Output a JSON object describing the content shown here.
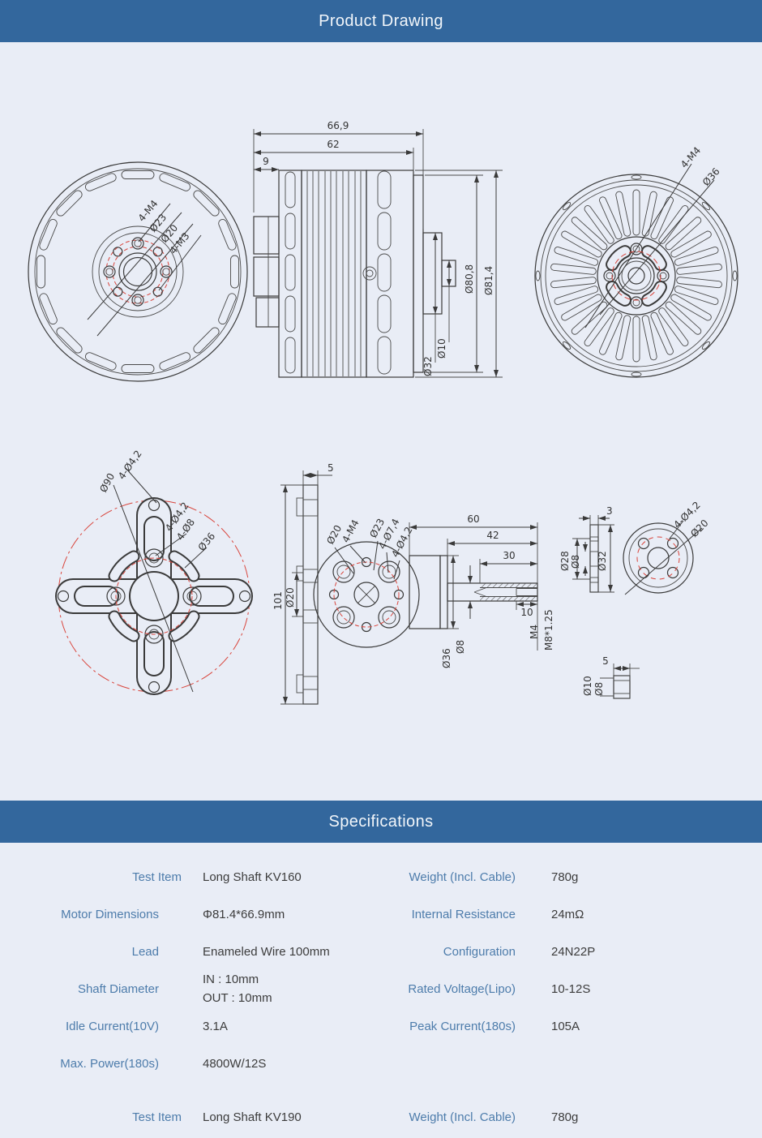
{
  "header": {
    "title": "Product Drawing"
  },
  "specs_header": {
    "title": "Specifications"
  },
  "colors": {
    "accent": "#33679d",
    "background": "#e9edf6",
    "label_blue": "#4d7cab",
    "value_gray": "#3c3c3c",
    "line": "#3a3a3a",
    "red": "#d9453c"
  },
  "drawing": {
    "front_view": {
      "l1": "4-M4",
      "l2": "Ø23",
      "l3": "Ø20",
      "l4": "4-M3"
    },
    "side_view": {
      "len_total": "66,9",
      "len_body": "62",
      "len_base": "9",
      "dia_flange": "Ø80,8",
      "dia_body": "Ø81,4",
      "dia_step": "Ø32",
      "dia_shaft": "Ø10"
    },
    "back_view": {
      "l1": "4-M4",
      "l2": "Ø36"
    },
    "x_mount": {
      "l1": "4-Ø4,2",
      "l2": "Ø90",
      "l3": "4-Ø4,2",
      "l4": "4-Ø8",
      "l5": "Ø36"
    },
    "section_plate": {
      "d1": "5",
      "d2": "101",
      "d3": "Ø20"
    },
    "bolt_disc": {
      "l1": "Ø20",
      "l2": "4-M4",
      "l3": "Ø23",
      "l4": "4-Ø7,4",
      "l5": "4-Ø4,2"
    },
    "shaft": {
      "d1": "60",
      "d2": "42",
      "d3": "30",
      "d4": "10",
      "d5": "Ø36",
      "d6": "Ø8",
      "d7": "M4",
      "d8": "M8*1.25"
    },
    "flange_section": {
      "d1": "3",
      "d2": "Ø28",
      "d3": "Ø8",
      "d4": "Ø32"
    },
    "flange": {
      "l1": "4-Ø4,2",
      "l2": "Ø20"
    },
    "bushing": {
      "d1": "5",
      "d2": "Ø10",
      "d3": "Ø8"
    }
  },
  "specs": {
    "rows": [
      {
        "l1": "Test Item",
        "v1": "Long Shaft KV160",
        "l2": "Weight (Incl. Cable)",
        "v2": "780g"
      },
      {
        "l1": "Motor Dimensions",
        "v1": "Φ81.4*66.9mm",
        "l2": "Internal Resistance",
        "v2": "24mΩ"
      },
      {
        "l1": "Lead",
        "v1": "Enameled Wire 100mm",
        "l2": "Configuration",
        "v2": "24N22P"
      },
      {
        "l1": "Shaft Diameter",
        "v1a": "IN : 10mm",
        "v1b": "OUT : 10mm",
        "l2": "Rated Voltage(Lipo)",
        "v2": "10-12S"
      },
      {
        "l1": "Idle Current(10V)",
        "v1": "3.1A",
        "l2": "Peak Current(180s)",
        "v2": "105A"
      },
      {
        "l1": "Max. Power(180s)",
        "v1": "4800W/12S",
        "l2": "",
        "v2": ""
      },
      {
        "l1": "Test Item",
        "v1": "Long Shaft KV190",
        "l2": "Weight (Incl. Cable)",
        "v2": "780g"
      }
    ]
  }
}
